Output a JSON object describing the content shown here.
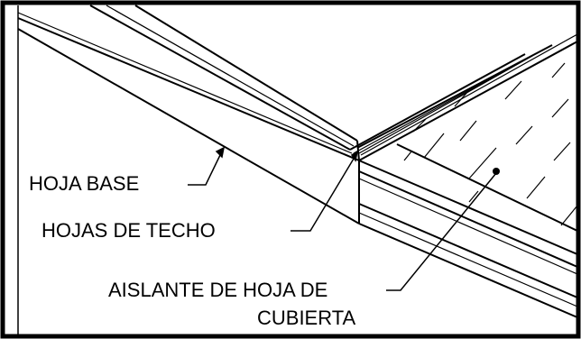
{
  "diagram": {
    "labels": {
      "base_sheet": "HOJA BASE",
      "roof_sheets": "HOJAS DE TECHO",
      "insulation_line1": "AISLANTE DE HOJA DE",
      "insulation_line2": "CUBIERTA"
    }
  }
}
